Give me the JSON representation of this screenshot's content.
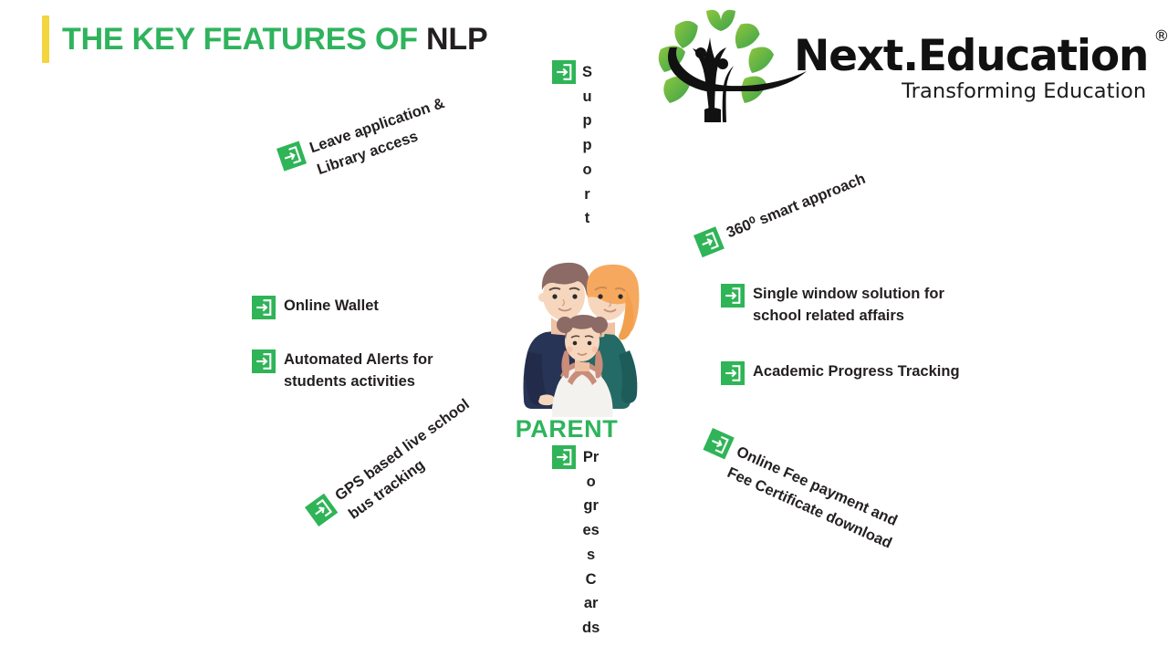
{
  "slide": {
    "title_green": "THE KEY FEATURES OF ",
    "title_dark": "NLP",
    "center_label": "PARENT",
    "accent_yellow": "#F3D53F",
    "brand_green": "#2FB35C",
    "icon_green": "#2FB457",
    "text_dark": "#231F20",
    "background": "#FFFFFF"
  },
  "logo": {
    "name_part1": "Next.",
    "name_part2": "Education",
    "registered": "®",
    "tagline": "Transforming Education",
    "tree_icon": "tree-with-leaves-logo"
  },
  "features": {
    "support": {
      "label": "Support",
      "letters": [
        "S",
        "u",
        "p",
        "p",
        "o",
        "r",
        "t"
      ],
      "icon": "login-icon"
    },
    "progress_cards": {
      "label": "Progress Cards",
      "letters": [
        "Pr",
        "o",
        "gr",
        "es",
        "s",
        "C",
        "ar",
        "ds"
      ],
      "icon": "login-icon"
    },
    "left": [
      {
        "id": "leave-application-library-access",
        "label": "Leave application &\nLibrary access",
        "icon": "login-icon",
        "rotation": -19
      },
      {
        "id": "online-wallet",
        "label": "Online Wallet",
        "icon": "login-icon",
        "rotation": 0
      },
      {
        "id": "automated-alerts",
        "label": "Automated Alerts for\nstudents activities",
        "icon": "login-icon",
        "rotation": 0
      },
      {
        "id": "gps-bus-tracking",
        "label": "GPS based live school\nbus tracking",
        "icon": "login-icon",
        "rotation": -36
      }
    ],
    "right": [
      {
        "id": "smart-approach",
        "label": "360⁰ smart approach",
        "icon": "login-icon",
        "rotation": -22
      },
      {
        "id": "single-window-solution",
        "label": "Single window solution for\n school related affairs",
        "icon": "login-icon",
        "rotation": 0
      },
      {
        "id": "academic-progress-tracking",
        "label": "Academic Progress Tracking",
        "icon": "login-icon",
        "rotation": 0
      },
      {
        "id": "online-fee-payment",
        "label": "Online Fee payment and\nFee Certificate download",
        "icon": "login-icon",
        "rotation": 24
      }
    ]
  },
  "illustration": {
    "name": "family-parents-and-child-illustration",
    "colors": {
      "father_sweater": "#283455",
      "father_hair": "#8C6B66",
      "mother_sweater": "#246A66",
      "mother_hair": "#F6A95E",
      "child_dress": "#F3F2EE",
      "skin": "#F6D7BE",
      "backpack": "#C98D7A"
    }
  }
}
